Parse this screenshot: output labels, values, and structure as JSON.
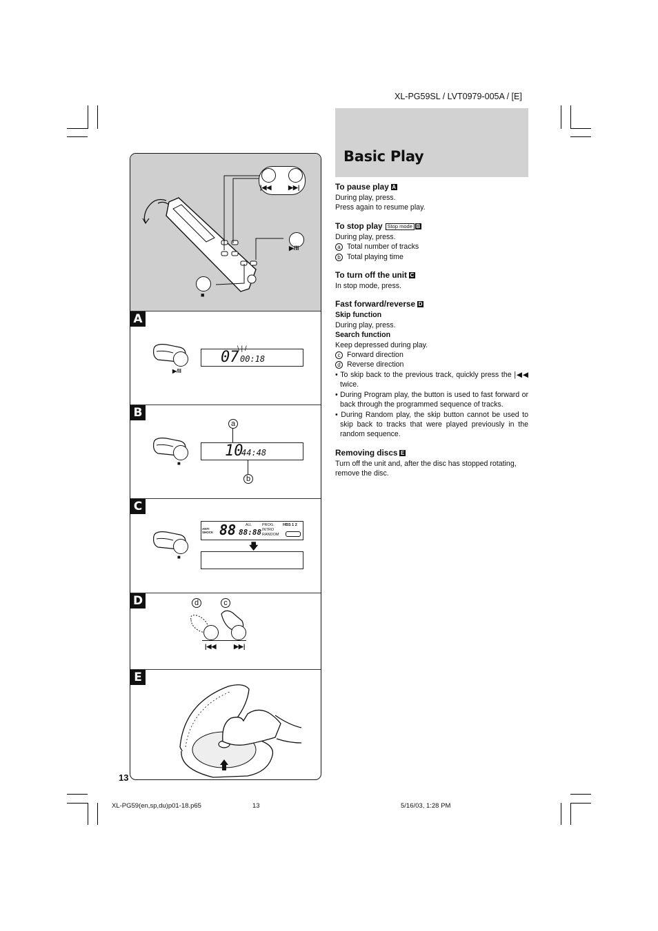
{
  "header": {
    "model_code": "XL-PG59SL / LVT0979-005A / [E]"
  },
  "title": "Basic Play",
  "sections": {
    "pause": {
      "heading": "To pause play",
      "tag": "A",
      "lines": [
        "During play, press.",
        "Press again to resume play."
      ]
    },
    "stop": {
      "heading": "To stop play",
      "tag_box": "Stop mode",
      "tag": "B",
      "line": "During play, press.",
      "items": [
        {
          "mark": "a",
          "text": "Total number of tracks"
        },
        {
          "mark": "b",
          "text": "Total playing time"
        }
      ]
    },
    "off": {
      "heading": "To turn off the unit",
      "tag": "C",
      "line": "In stop mode, press."
    },
    "ff": {
      "heading": "Fast forward/reverse",
      "tag": "D",
      "skip_heading": "Skip function",
      "skip_line": "During play, press.",
      "search_heading": "Search function",
      "search_line": "Keep depressed during play.",
      "items": [
        {
          "mark": "c",
          "text": "Forward direction"
        },
        {
          "mark": "d",
          "text": "Reverse direction"
        }
      ],
      "bullets": [
        "• To skip back to the previous track, quickly press the |◀◀ twice.",
        "• During Program play, the button is used to fast forward or back through the programmed sequence of tracks.",
        "• During Random play, the skip button cannot be used to skip back to tracks that were played previously in the random sequence."
      ]
    },
    "remove": {
      "heading": "Removing discs",
      "tag": "E",
      "line": "Turn off the unit and, after the disc has stopped rotating, remove the disc."
    }
  },
  "figure": {
    "top_buttons": {
      "prev": "|◀◀",
      "next": "▶▶|",
      "play_pause": "▶/II",
      "stop": "■"
    },
    "panels": [
      {
        "letter": "A",
        "button_label": "▶/II",
        "lcd_track": "07",
        "lcd_time": "00:18"
      },
      {
        "letter": "B",
        "button_label": "■",
        "lcd_track": "10",
        "lcd_time": "44:48",
        "callout_a": "a",
        "callout_b": "b"
      },
      {
        "letter": "C",
        "button_label": "■",
        "lcd_full": "88",
        "lcd_full_time": "88:88",
        "lcd_labels": [
          "ALL",
          "PROG.",
          "INTRO",
          "RANDOM",
          "HBS 1 2"
        ],
        "lcd_side": "ANTI SHOCK"
      },
      {
        "letter": "D",
        "callout_d": "d",
        "callout_c": "c",
        "prev": "|◀◀",
        "next": "▶▶|"
      },
      {
        "letter": "E"
      }
    ]
  },
  "page_number": "13",
  "footer": {
    "file": "XL-PG59(en,sp,du)p01-18.p65",
    "page": "13",
    "date": "5/16/03, 1:28 PM"
  }
}
